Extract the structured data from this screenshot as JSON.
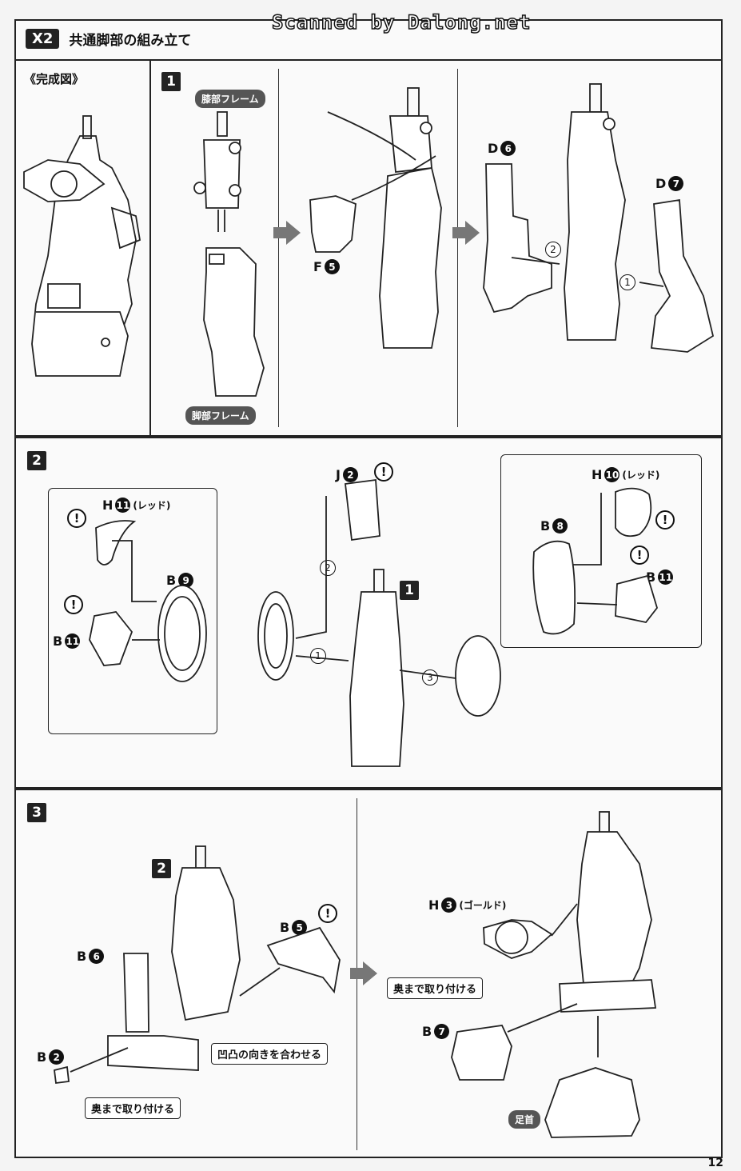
{
  "watermark": "Scanned by Dalong.net",
  "header": {
    "badge": "X2",
    "title": "共通脚部の組み立て"
  },
  "complete_label": "《完成図》",
  "step1": {
    "num": "1",
    "pill_knee": "膝部フレーム",
    "pill_leg": "脚部フレーム",
    "part_f": {
      "letter": "F",
      "num": "5"
    },
    "part_d6": {
      "letter": "D",
      "num": "6"
    },
    "part_d7": {
      "letter": "D",
      "num": "7"
    },
    "order1": "1",
    "order2": "2"
  },
  "step2": {
    "num": "2",
    "sub_ref": "1",
    "left_box": {
      "h11": {
        "letter": "H",
        "num": "11",
        "note": "(レッド)"
      },
      "b9": {
        "letter": "B",
        "num": "9"
      },
      "b11": {
        "letter": "B",
        "num": "11"
      }
    },
    "j2": {
      "letter": "J",
      "num": "2"
    },
    "right_box": {
      "h10": {
        "letter": "H",
        "num": "10",
        "note": "(レッド)"
      },
      "b8": {
        "letter": "B",
        "num": "8"
      },
      "b11": {
        "letter": "B",
        "num": "11"
      }
    },
    "order1": "1",
    "order2": "2",
    "order3": "3",
    "warn": "!"
  },
  "step3": {
    "num": "3",
    "sub_ref": "2",
    "b6": {
      "letter": "B",
      "num": "6"
    },
    "b5": {
      "letter": "B",
      "num": "5"
    },
    "b2": {
      "letter": "B",
      "num": "2"
    },
    "note_attach": "奥まで取り付ける",
    "note_align": "凹凸の向きを合わせる",
    "h3": {
      "letter": "H",
      "num": "3",
      "note": "(ゴールド)"
    },
    "b7": {
      "letter": "B",
      "num": "7"
    },
    "note_attach2": "奥まで取り付ける",
    "pill_ankle": "足首"
  },
  "page_number": "12"
}
